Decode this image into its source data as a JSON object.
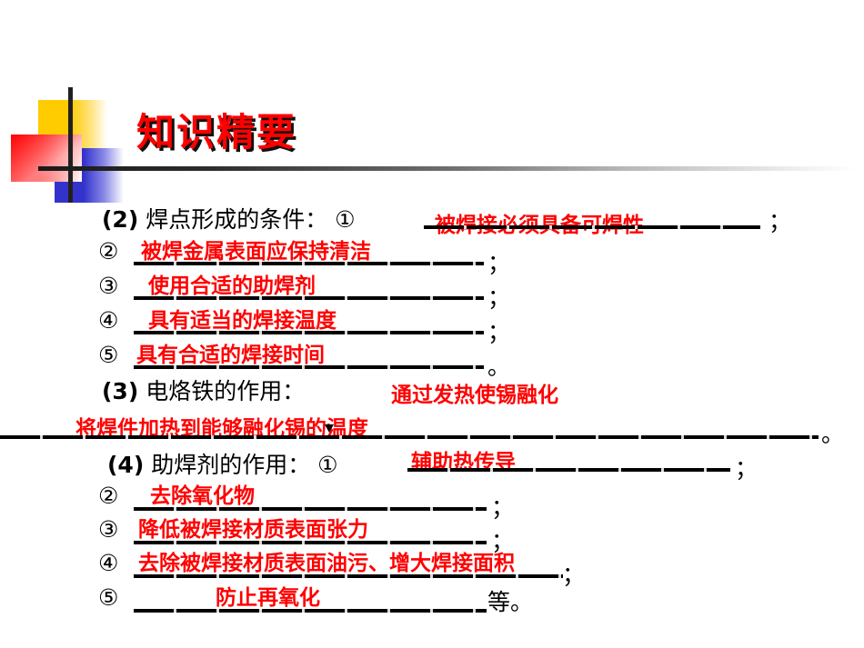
{
  "slide": {
    "title": "知识精要",
    "title_color": "#FF0000",
    "answer_color": "#FF0000",
    "text_color": "#000000"
  },
  "sections": [
    {
      "id": "section-2",
      "number": "(2)",
      "heading": "焊点形成的条件：",
      "items": [
        {
          "marker": "①",
          "answer": "被焊接必须具备可焊性",
          "punct": "；"
        },
        {
          "marker": "②",
          "answer": "被焊金属表面应保持清洁",
          "punct": "；"
        },
        {
          "marker": "③",
          "answer": "使用合适的助焊剂",
          "punct": "；"
        },
        {
          "marker": "④",
          "answer": "具有适当的焊接温度",
          "punct": "；"
        },
        {
          "marker": "⑤",
          "answer": "具有合适的焊接时间",
          "punct": "。"
        }
      ]
    },
    {
      "id": "section-3",
      "number": "(3)",
      "heading": "电烙铁的作用：",
      "items": [
        {
          "marker": "",
          "answer": "通过发热使锡融化",
          "punct": ""
        },
        {
          "marker": "",
          "answer": "将焊件加热到能够融化锡的温度",
          "punct": "。"
        }
      ]
    },
    {
      "id": "section-4",
      "number": "(4)",
      "heading": "助焊剂的作用：",
      "items": [
        {
          "marker": "①",
          "answer": "辅助热传导",
          "punct": "；"
        },
        {
          "marker": "②",
          "answer": "去除氧化物",
          "punct": "；"
        },
        {
          "marker": "③",
          "answer": "降低被焊接材质表面张力",
          "punct": "；"
        },
        {
          "marker": "④",
          "answer": "去除被焊接材质表面油污、增大焊接面积",
          "punct": "；"
        },
        {
          "marker": "⑤",
          "answer": "防止再氧化",
          "punct": "等。"
        }
      ]
    }
  ]
}
